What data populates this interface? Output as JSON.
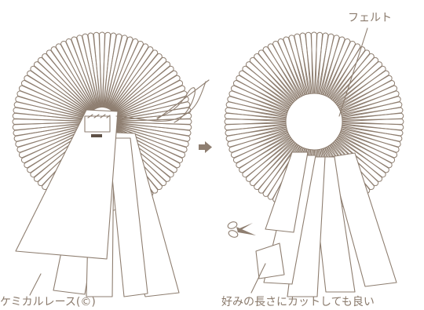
{
  "labels": {
    "felt": "フェルト",
    "chemical_lace": "ケミカルレース(©)",
    "cut_note": "好みの長さにカットしても良い"
  },
  "colors": {
    "line": "#8e7e70",
    "text": "#8a7a6c",
    "arrow": "#8e7e70",
    "background": "#ffffff"
  },
  "icons": {
    "arrow": "right-arrow-icon",
    "scissors": "scissors-icon",
    "needle": "needle-icon"
  }
}
